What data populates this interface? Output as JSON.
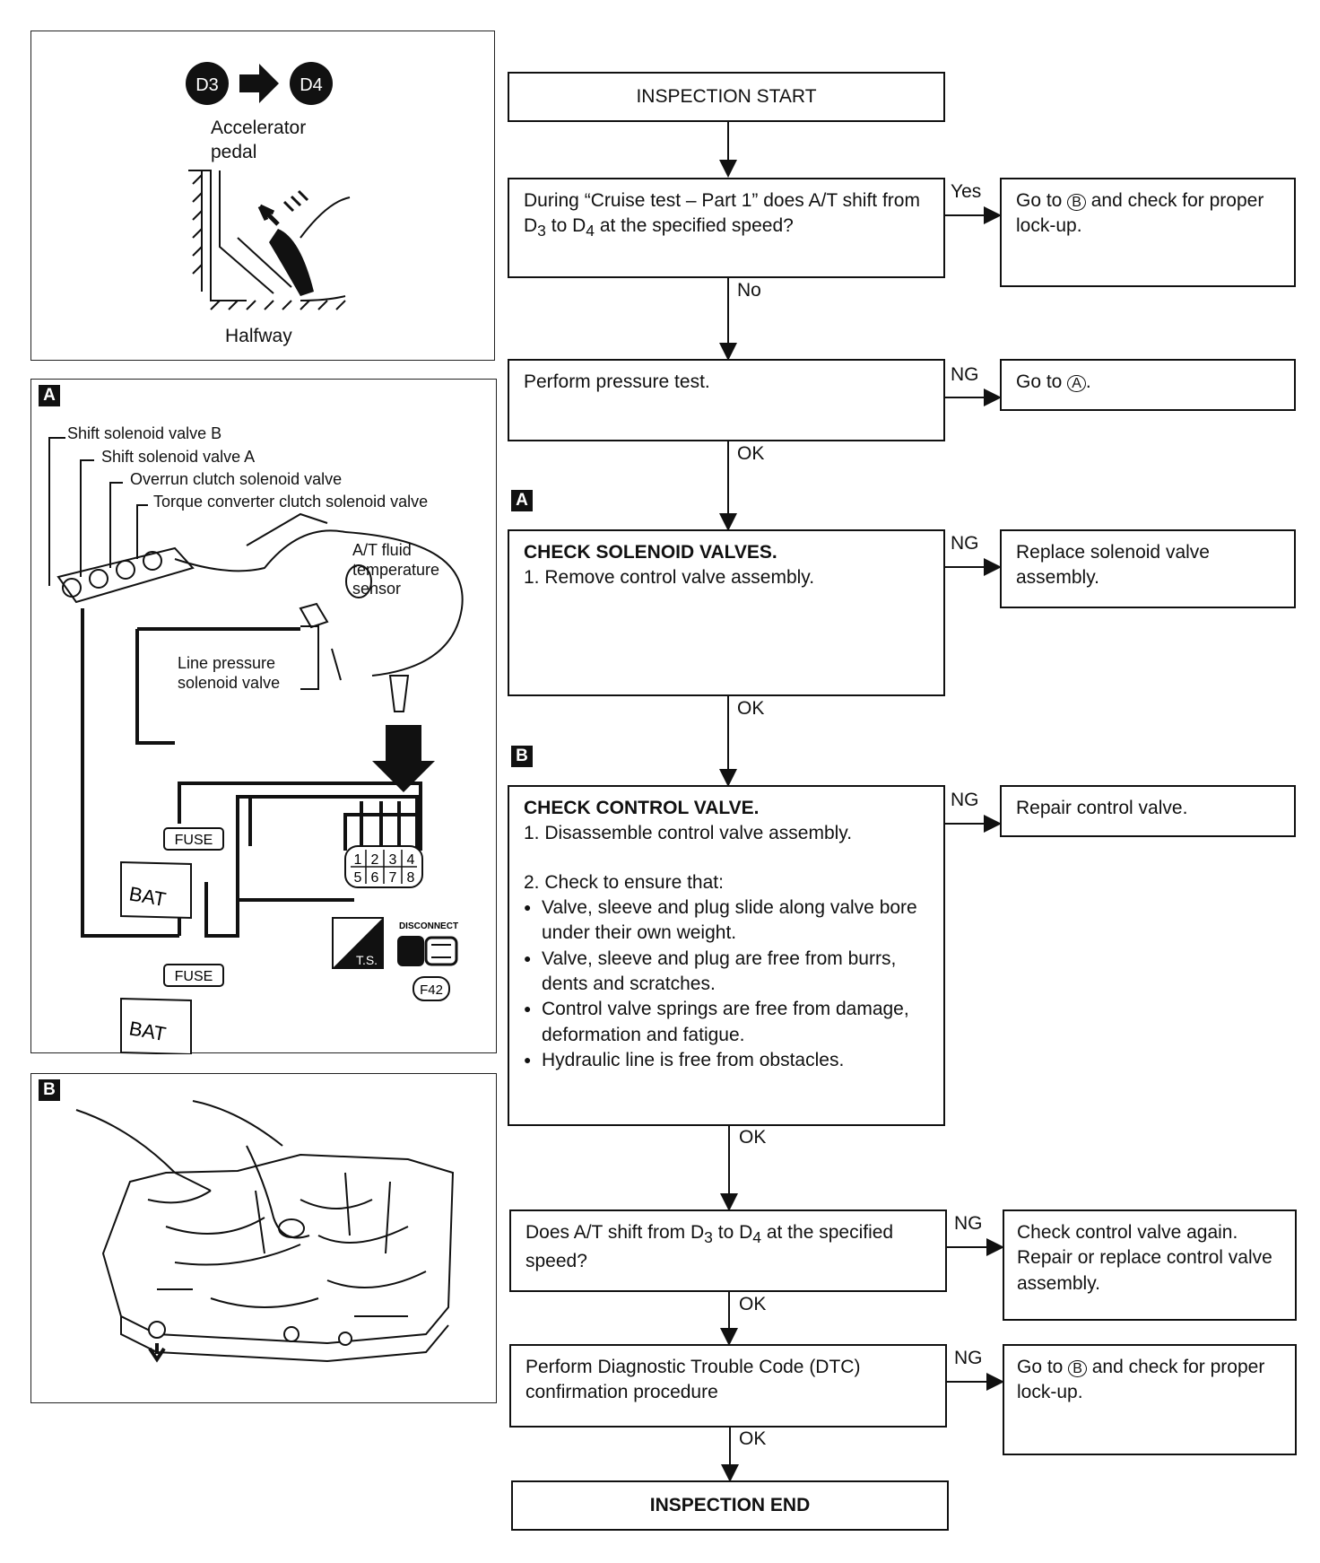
{
  "flow": {
    "start": "INSPECTION START",
    "q1": {
      "prefix": "During “Cruise test – Part 1” does A/T shift from D",
      "sub1": "3",
      "mid": " to D",
      "sub2": "4",
      "suffix": " at the specified speed?"
    },
    "yes_label": "Yes",
    "no_label": "No",
    "go_b_lockup": {
      "prefix": "Go to ",
      "mark": "B",
      "suffix": " and check for proper lock-up."
    },
    "pressure": "Perform pressure test.",
    "ng": "NG",
    "ok": "OK",
    "go_a": {
      "prefix": "Go to ",
      "mark": "A",
      "suffix": "."
    },
    "tag_a": "A",
    "tag_b": "B",
    "solenoid": {
      "title": "CHECK SOLENOID VALVES.",
      "step1": "1. Remove control valve assembly."
    },
    "replace_solenoid": "Replace solenoid valve assembly.",
    "control": {
      "title": "CHECK CONTROL VALVE.",
      "step1": "1. Disassemble control valve assembly.",
      "step2": "2. Check to ensure that:",
      "bullets": [
        "Valve, sleeve and plug slide along valve bore under their own weight.",
        "Valve, sleeve and plug are free from burrs, dents and scratches.",
        "Control valve springs are free from damage, deformation and fatigue.",
        "Hydraulic line is free from obstacles."
      ]
    },
    "repair_control": "Repair control valve.",
    "q2": {
      "prefix": "Does A/T shift from D",
      "sub1": "3",
      "mid": " to D",
      "sub2": "4",
      "suffix": " at the specified speed?"
    },
    "check_again": "Check control valve again. Repair or replace control valve assembly.",
    "dtc": "Perform Diagnostic Trouble Code (DTC) confirmation procedure",
    "go_b_lockup2": {
      "prefix": "Go to ",
      "mark": "B",
      "suffix": " and check for proper lock-up."
    },
    "end": "INSPECTION END"
  },
  "panel_top": {
    "d3": "D3",
    "d4": "D4",
    "accel": "Accelerator pedal",
    "halfway": "Halfway"
  },
  "panel_a": {
    "tag": "A",
    "labels": {
      "ssv_b": "Shift solenoid valve B",
      "ssv_a": "Shift solenoid valve A",
      "overrun": "Overrun clutch solenoid valve",
      "torque": "Torque converter clutch solenoid valve",
      "fluid1": "A/T fluid",
      "fluid2": "temperature",
      "fluid3": "sensor",
      "line1": "Line pressure",
      "line2": "solenoid valve",
      "fuse": "FUSE",
      "bat": "BAT",
      "ts": "T.S.",
      "disconnect": "DISCONNECT",
      "f42": "F42",
      "pins_top": [
        "1",
        "2",
        "3",
        "4"
      ],
      "pins_bottom": [
        "5",
        "6",
        "7",
        "8"
      ]
    }
  },
  "panel_b": {
    "tag": "B"
  }
}
